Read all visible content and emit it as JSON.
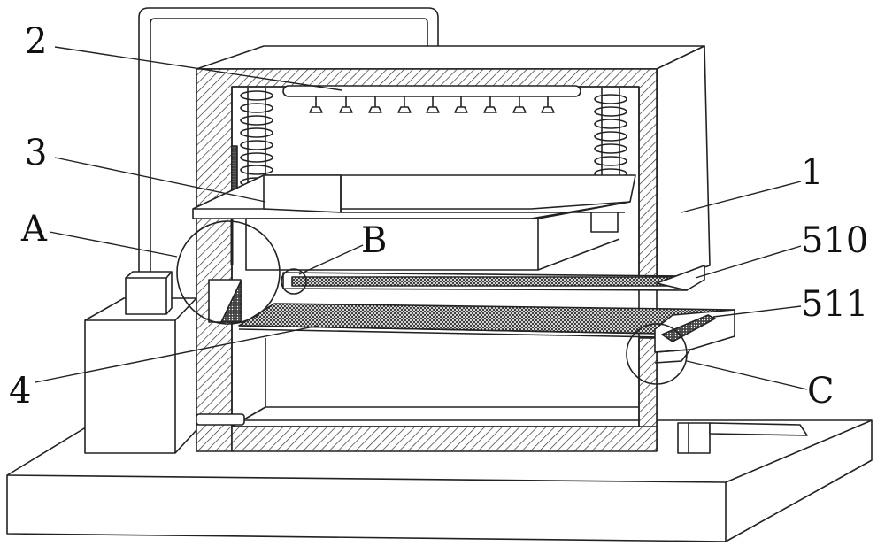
{
  "figure": {
    "background": "#ffffff",
    "line_color": "#222222",
    "labels": {
      "label_2": "2",
      "label_3": "3",
      "label_A": "A",
      "label_B": "B",
      "label_1": "1",
      "label_510": "510",
      "label_511": "511",
      "label_4": "4",
      "label_C": "C"
    }
  }
}
